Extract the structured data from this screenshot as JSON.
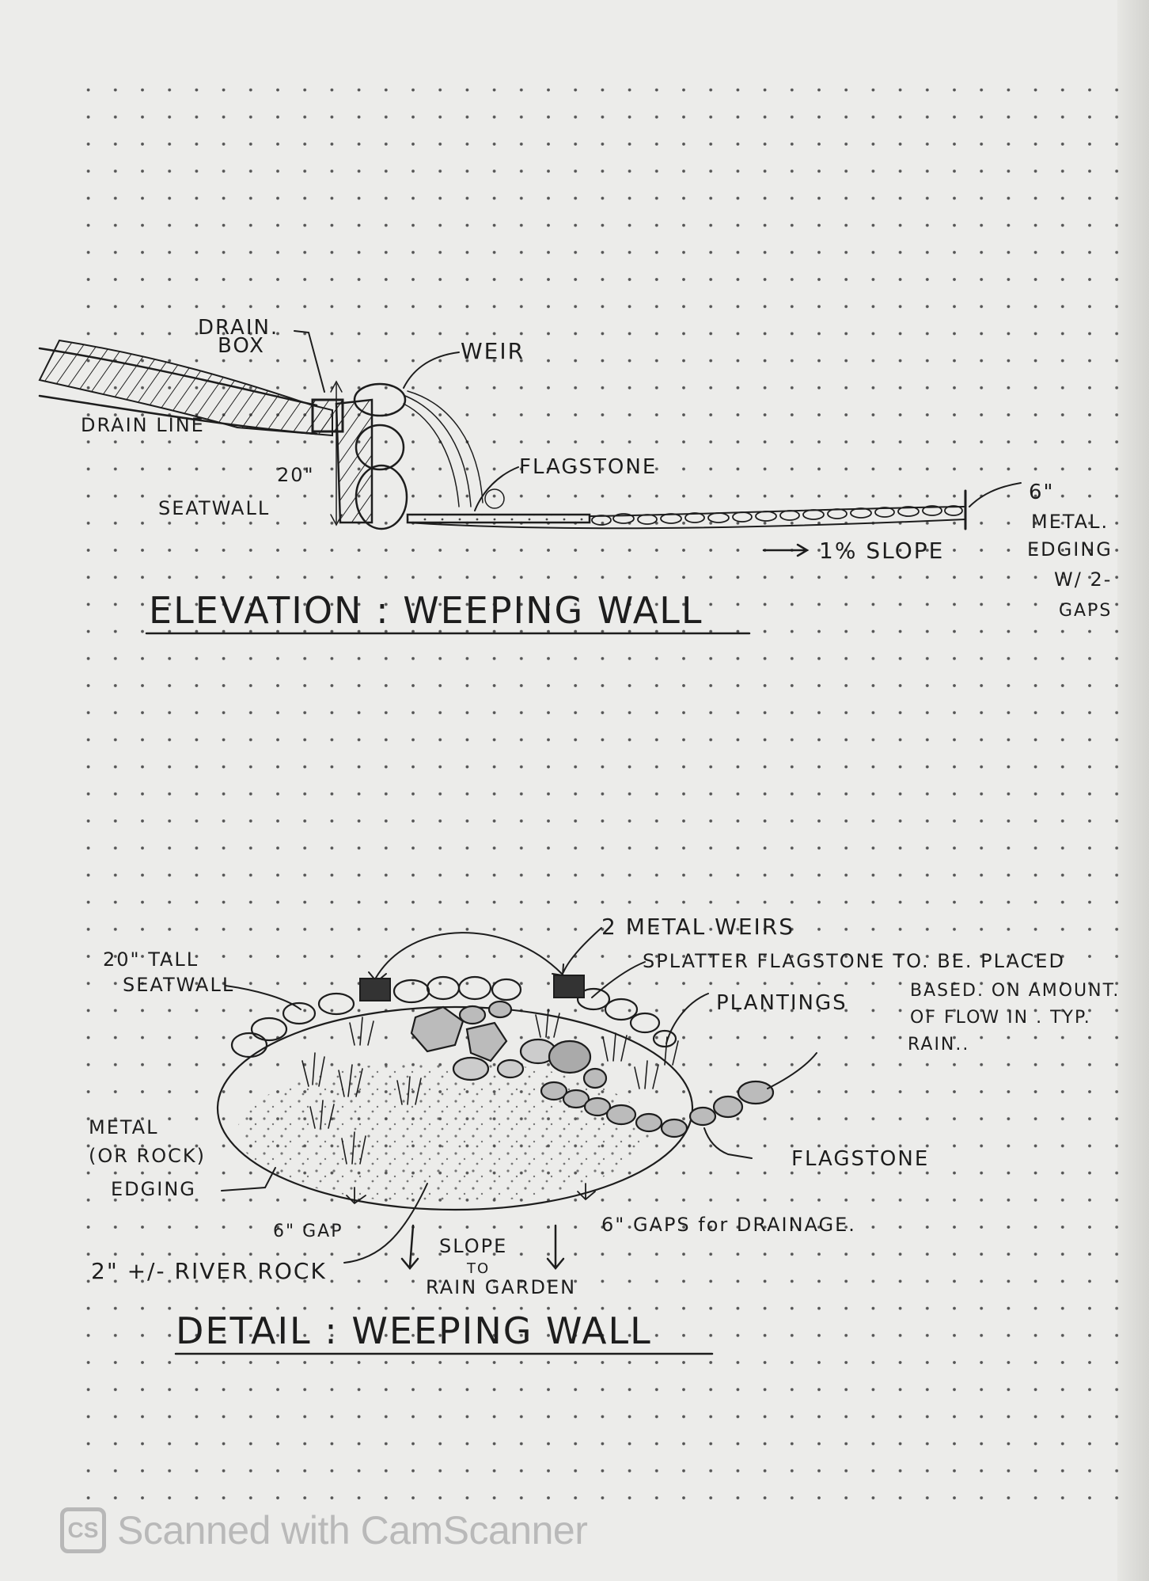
{
  "colors": {
    "paper": "#ececea",
    "ink": "#1d1d1d",
    "dots": "#555555",
    "watermark": "#b8b8b8"
  },
  "elevation": {
    "title": "ELEVATION : WEEPING WALL",
    "labels": {
      "drain_box": [
        "DRAIN.",
        "BOX"
      ],
      "weir": "WEIR",
      "drain_line": "DRAIN LINE",
      "height": "20\"",
      "seatwall": "SEATWALL",
      "flagstone": "FLAGSTONE",
      "edging": [
        "6\"",
        "METAL.",
        "EDGING",
        "W/ 2-",
        "GAPS"
      ],
      "slope": "1% SLOPE"
    }
  },
  "detail": {
    "title": "DETAIL : WEEPING WALL",
    "labels": {
      "weirs": "2 METAL WEIRS",
      "seatwall": [
        "20\" TALL",
        "SEATWALL"
      ],
      "splatter": [
        "SPLATTER FLAGSTONE TO. BE. PLACED",
        "BASED. ON AMOUNT.",
        "OF FLOW IN . TYP.",
        "RAIN.."
      ],
      "plantings": "PLANTINGS",
      "edging": [
        "METAL",
        "(OR ROCK)",
        "EDGING"
      ],
      "flagstone": "FLAGSTONE",
      "gap": "6\" GAP",
      "gaps": "6\" GAPS for DRAINAGE.",
      "river_rock": "2\" +/- RIVER ROCK",
      "slope": [
        "SLOPE",
        "TO",
        "RAIN GARDEN"
      ]
    }
  },
  "watermark": {
    "logo": "CS",
    "text": "Scanned with CamScanner"
  }
}
